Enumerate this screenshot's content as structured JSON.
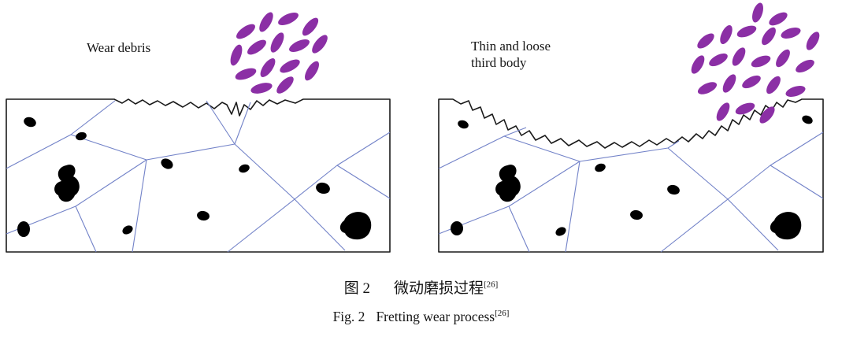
{
  "panels": {
    "left": {
      "label": "Wear debris"
    },
    "right": {
      "label_line1": "Thin and loose",
      "label_line2": "third body"
    }
  },
  "caption": {
    "zh": {
      "number": "图 2",
      "text": "微动磨损过程",
      "ref": "[26]"
    },
    "en": {
      "number": "Fig. 2",
      "text": "Fretting wear process",
      "ref": "[26]"
    }
  },
  "colors": {
    "debris": "#8b2fa5",
    "grain_boundary": "#7282c8",
    "inclusion": "#000000",
    "outline": "#1a1a1a"
  }
}
